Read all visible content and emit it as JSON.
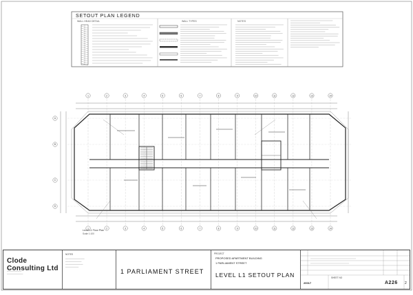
{
  "legend": {
    "title": "SETOUT PLAN LEGEND",
    "wall_head_detail": "WALL HEAD DETAIL",
    "wall_types": "WALL TYPES",
    "notes": "NOTES"
  },
  "plan": {
    "caption_title": "Level L1 Floor Plan",
    "caption_scale": "Scale 1:100"
  },
  "title_block": {
    "company": "Clode Consulting Ltd",
    "notes_label": "NOTES",
    "project_title": "1 PARLIAMENT STREET",
    "project_label": "PROJECT",
    "project_desc": "PROPOSED APARTMENT BUILDING",
    "project_address": "1 PARLIAMENT STREET",
    "sheet_title": "LEVEL L1 SETOUT PLAN",
    "sheet_no_label": "SHEET NO",
    "sheet_no": "A226",
    "rev": "2",
    "job_no": "20017"
  },
  "gridlines": {
    "top": [
      "1",
      "2",
      "3",
      "4",
      "5",
      "6",
      "7",
      "8",
      "9",
      "10",
      "11",
      "12",
      "13",
      "14"
    ],
    "left": [
      "A",
      "B",
      "C",
      "D"
    ]
  }
}
